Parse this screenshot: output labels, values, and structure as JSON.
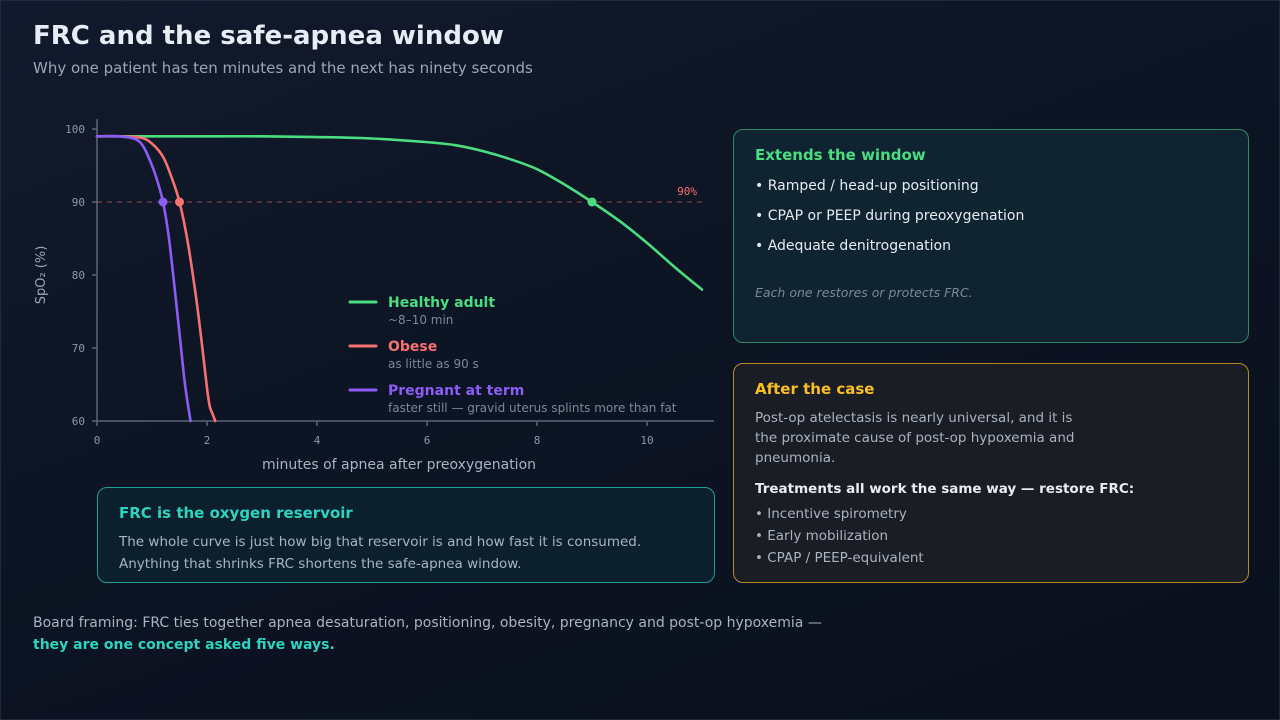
{
  "title": "FRC and the safe-apnea window",
  "subtitle": "Why one patient has ten minutes and the next has ninety seconds",
  "chart_data": {
    "type": "line",
    "xlabel": "minutes of apnea after preoxygenation",
    "ylabel": "SpO₂ (%)",
    "xlim": [
      0,
      11
    ],
    "ylim": [
      60,
      100
    ],
    "xticks": [
      0,
      2,
      4,
      6,
      8,
      10
    ],
    "yticks": [
      60,
      70,
      80,
      90,
      100
    ],
    "grid": false,
    "threshold": {
      "value": 90,
      "label": "90%"
    },
    "legend_position": "center",
    "series": [
      {
        "name": "Healthy adult",
        "note": "~8–10 min",
        "color": "#4ade80",
        "x": [
          0,
          1,
          2,
          3,
          4,
          5,
          6,
          6.5,
          7,
          7.5,
          8,
          8.5,
          9,
          9.5,
          10,
          10.5,
          11
        ],
        "y": [
          99,
          99,
          99,
          99,
          98.9,
          98.7,
          98.2,
          97.8,
          97,
          95.9,
          94.5,
          92.4,
          90,
          87.4,
          84.4,
          81.1,
          78
        ],
        "marker": {
          "x": 9,
          "y": 90
        }
      },
      {
        "name": "Obese",
        "note": "as little as 90 s",
        "color": "#f87171",
        "x": [
          0,
          0.4,
          0.8,
          1.0,
          1.2,
          1.35,
          1.5,
          1.65,
          1.8,
          1.9,
          2.0,
          2.05,
          2.1,
          2.15
        ],
        "y": [
          99,
          99,
          98.8,
          98,
          96.2,
          93.5,
          90,
          84.5,
          77,
          71,
          64.5,
          62,
          61,
          60
        ],
        "marker": {
          "x": 1.5,
          "y": 90
        }
      },
      {
        "name": "Pregnant at term",
        "note": "faster still — gravid uterus splints more than fat",
        "color": "#8b5cf6",
        "x": [
          0,
          0.4,
          0.7,
          0.85,
          1.0,
          1.1,
          1.2,
          1.3,
          1.4,
          1.5,
          1.6,
          1.7
        ],
        "y": [
          99,
          99,
          98.6,
          97.5,
          95,
          92.8,
          90,
          85.5,
          79,
          72,
          65,
          60
        ],
        "marker": {
          "x": 1.2,
          "y": 90
        }
      }
    ]
  },
  "extends": {
    "title": "Extends the window",
    "items": [
      "• Ramped / head-up positioning",
      "• CPAP or PEEP during preoxygenation",
      "• Adequate denitrogenation"
    ],
    "note": "Each one restores or protects FRC."
  },
  "after": {
    "title": "After the case",
    "body": "Post-op atelectasis is nearly universal, and it is the proximate cause of post-op hypoxemia and pneumonia.",
    "lead": "Treatments all work the same way — restore FRC:",
    "items": [
      "• Incentive spirometry",
      "• Early mobilization",
      "• CPAP / PEEP-equivalent"
    ]
  },
  "frc": {
    "title": "FRC is the oxygen reservoir",
    "line1": "The whole curve is just how big that reservoir is and how fast it is consumed.",
    "line2": "Anything that shrinks FRC shortens the safe-apnea window."
  },
  "footer": {
    "text": "Board framing: FRC ties together apnea desaturation, positioning, obesity, pregnancy and post-op hypoxemia —",
    "emphasis": "they are one concept asked five ways."
  },
  "colors": {
    "healthy": "#4ade80",
    "obese": "#f87171",
    "pregnant": "#8b5cf6",
    "teal_accent": "#2dd4bf",
    "amber_accent": "#fbbf24",
    "threshold": "#f87171"
  }
}
